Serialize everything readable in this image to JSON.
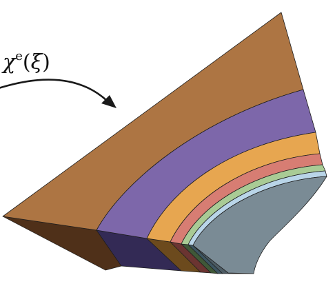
{
  "annotation": {
    "symbol": "χ",
    "superscript": "e",
    "open_paren": "(",
    "argument": "ξ",
    "close_paren": ")"
  },
  "layers": [
    {
      "name": "outer-layer",
      "top_color": "#ad7543",
      "side_color": "#4f3019"
    },
    {
      "name": "purple-layer",
      "top_color": "#7d67aa",
      "side_color": "#332a55"
    },
    {
      "name": "orange-layer",
      "top_color": "#e7a650",
      "side_color": "#6c4a1d"
    },
    {
      "name": "red-layer",
      "top_color": "#d77d73",
      "side_color": "#6b3431"
    },
    {
      "name": "green-layer",
      "top_color": "#a9cb95",
      "side_color": "#3f5838"
    },
    {
      "name": "blue-layer",
      "top_color": "#b9d5e8",
      "side_color": "#3d5561"
    },
    {
      "name": "core-layer",
      "top_color": "#7a8b95",
      "side_color": "#4d5c64"
    }
  ],
  "colors": {
    "edge": "#1e1e1e",
    "arrow": "#1a1a1a"
  }
}
